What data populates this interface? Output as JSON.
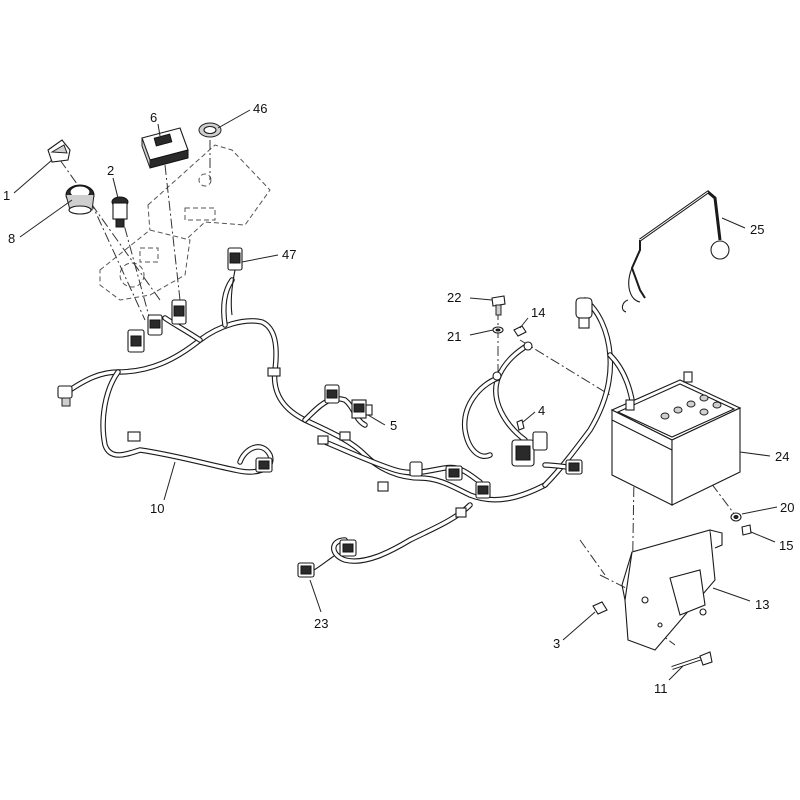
{
  "callouts": [
    {
      "id": "c1",
      "label": "1"
    },
    {
      "id": "c2",
      "label": "2"
    },
    {
      "id": "c3",
      "label": "3"
    },
    {
      "id": "c4",
      "label": "4"
    },
    {
      "id": "c5",
      "label": "5"
    },
    {
      "id": "c6",
      "label": "6"
    },
    {
      "id": "c8",
      "label": "8"
    },
    {
      "id": "c10",
      "label": "10"
    },
    {
      "id": "c11",
      "label": "11"
    },
    {
      "id": "c13",
      "label": "13"
    },
    {
      "id": "c14",
      "label": "14"
    },
    {
      "id": "c15",
      "label": "15"
    },
    {
      "id": "c20",
      "label": "20"
    },
    {
      "id": "c21",
      "label": "21"
    },
    {
      "id": "c22",
      "label": "22"
    },
    {
      "id": "c23",
      "label": "23"
    },
    {
      "id": "c24",
      "label": "24"
    },
    {
      "id": "c25",
      "label": "25"
    },
    {
      "id": "c46",
      "label": "46"
    },
    {
      "id": "c47",
      "label": "47"
    }
  ],
  "parts": {
    "key": "key",
    "ignition_switch": "ignition-switch",
    "push_switch": "push-switch",
    "hour_meter": "hour-meter",
    "grommet": "grommet",
    "wire_harness": "wire-harness",
    "harness_connector": "harness-connector",
    "relay": "relay",
    "battery": "battery",
    "battery_strap": "battery-strap",
    "battery_tray": "battery-tray"
  }
}
